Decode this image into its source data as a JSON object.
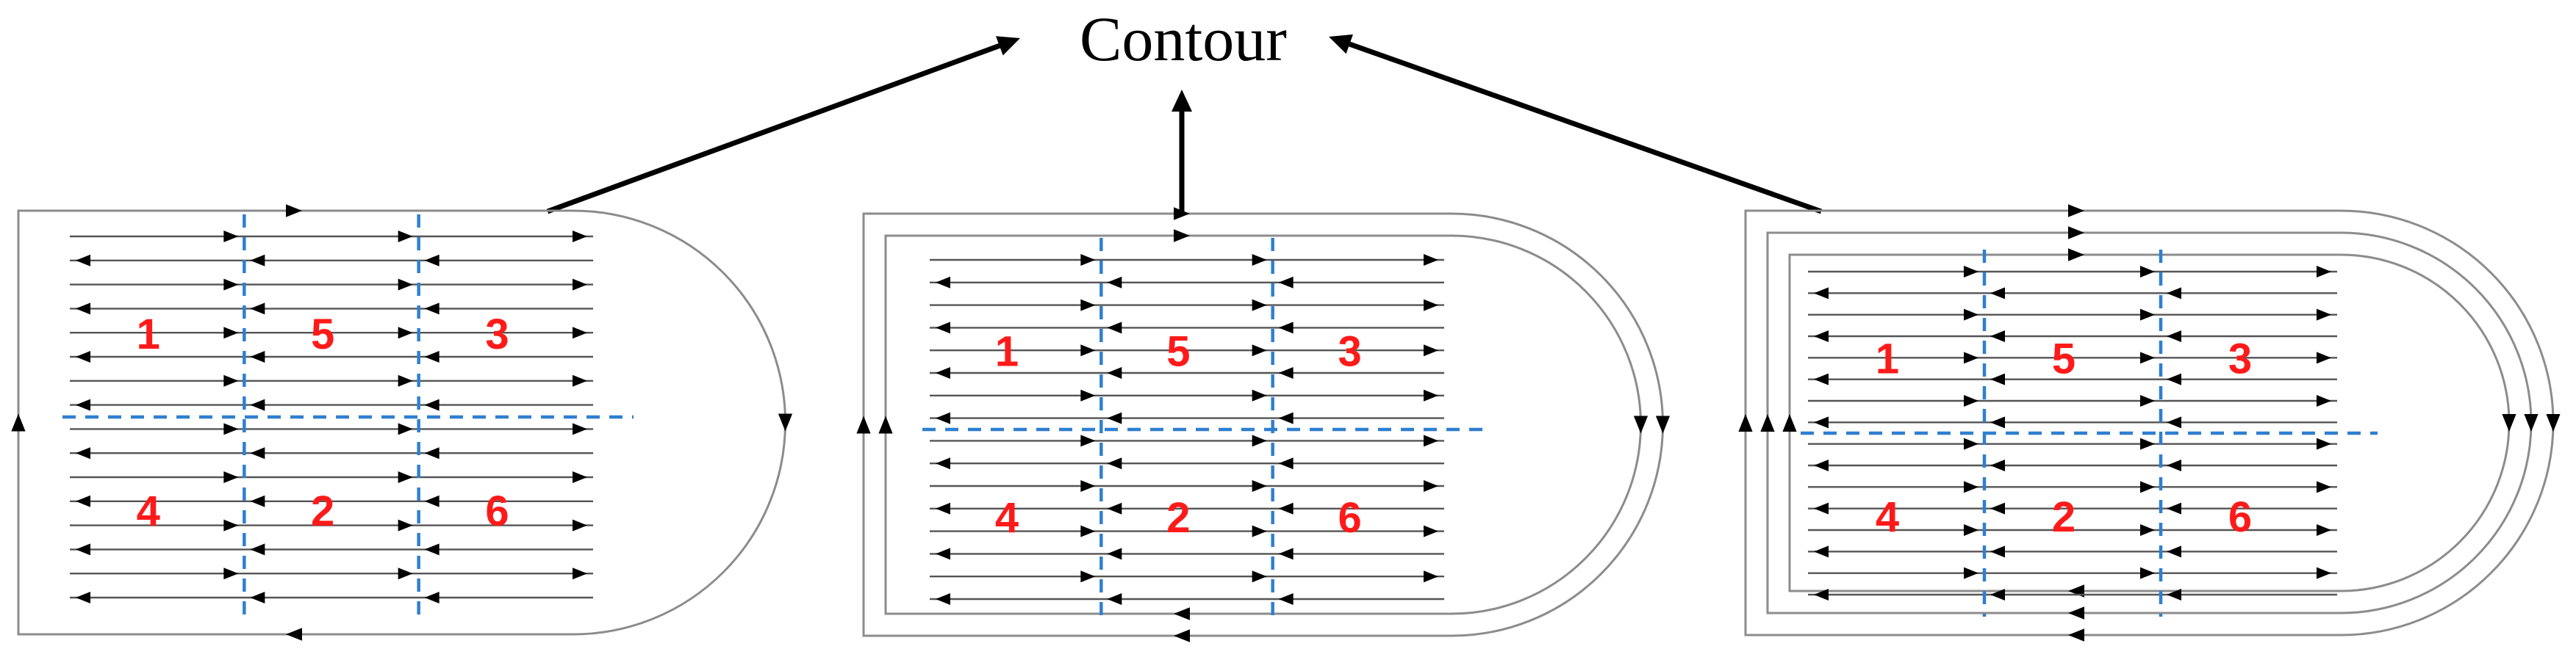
{
  "title": "Contour",
  "colors": {
    "label": "#ff1a1a",
    "divider": "#2f7fd0",
    "contour": "#8c8c8c",
    "hatch": "#555555",
    "pointer": "#000000"
  },
  "panels": [
    {
      "contour_count": 1,
      "regions": [
        {
          "label": "1",
          "quadrant": "top-left"
        },
        {
          "label": "5",
          "quadrant": "top-middle"
        },
        {
          "label": "3",
          "quadrant": "top-right"
        },
        {
          "label": "4",
          "quadrant": "bottom-left"
        },
        {
          "label": "2",
          "quadrant": "bottom-middle"
        },
        {
          "label": "6",
          "quadrant": "bottom-right"
        }
      ]
    },
    {
      "contour_count": 2,
      "regions": [
        {
          "label": "1",
          "quadrant": "top-left"
        },
        {
          "label": "5",
          "quadrant": "top-middle"
        },
        {
          "label": "3",
          "quadrant": "top-right"
        },
        {
          "label": "4",
          "quadrant": "bottom-left"
        },
        {
          "label": "2",
          "quadrant": "bottom-middle"
        },
        {
          "label": "6",
          "quadrant": "bottom-right"
        }
      ]
    },
    {
      "contour_count": 3,
      "regions": [
        {
          "label": "1",
          "quadrant": "top-left"
        },
        {
          "label": "5",
          "quadrant": "top-middle"
        },
        {
          "label": "3",
          "quadrant": "top-right"
        },
        {
          "label": "4",
          "quadrant": "bottom-left"
        },
        {
          "label": "2",
          "quadrant": "bottom-middle"
        },
        {
          "label": "6",
          "quadrant": "bottom-right"
        }
      ]
    }
  ]
}
